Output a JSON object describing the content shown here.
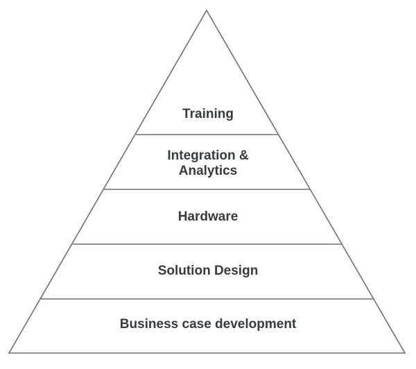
{
  "diagram": {
    "type": "pyramid",
    "line_color": "#6a7072",
    "text_color": "#343c40",
    "tiers": [
      {
        "label": "Training",
        "lines": [
          "Training"
        ]
      },
      {
        "label": "Integration & Analytics",
        "lines": [
          "Integration &",
          "Analytics"
        ]
      },
      {
        "label": "Hardware",
        "lines": [
          "Hardware"
        ]
      },
      {
        "label": "Solution Design",
        "lines": [
          "Solution Design"
        ]
      },
      {
        "label": "Business case development",
        "lines": [
          "Business case development"
        ]
      }
    ]
  }
}
